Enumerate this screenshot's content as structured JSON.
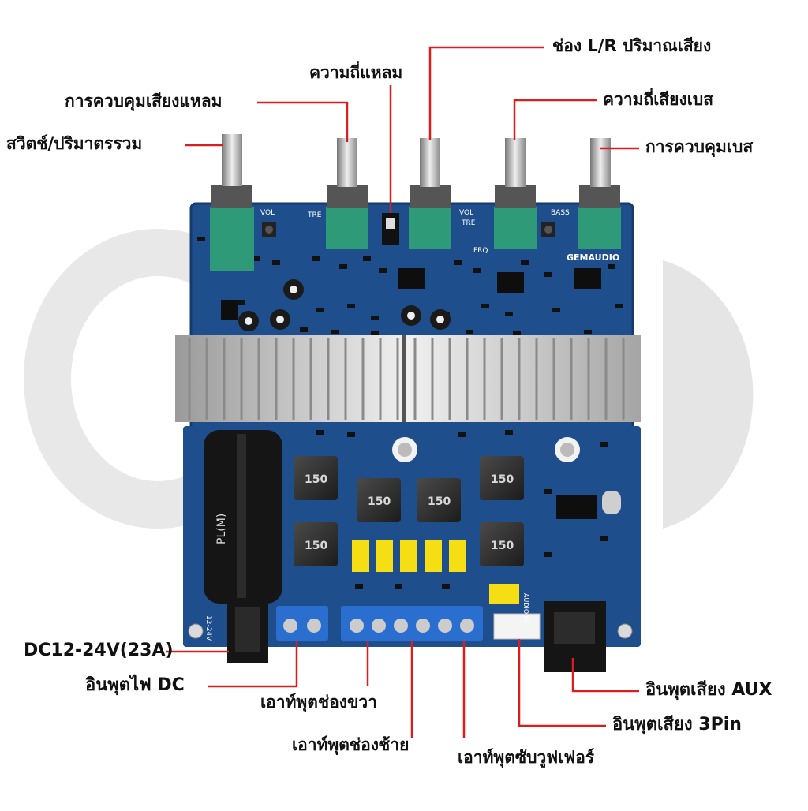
{
  "labels": {
    "switch_volume": "สวิตช์/ปริมาตรรวม",
    "treble_control": "การควบคุมเสียงแหลม",
    "treble_freq": "ความถี่แหลม",
    "lr_volume": "ช่อง L/R ปริมาณเสียง",
    "bass_freq": "ความถี่เสียงเบส",
    "bass_control": "การควบคุมเบส",
    "dc_rating": "DC12-24V(23A)",
    "dc_input": "อินพุตไฟ DC",
    "right_output": "เอาท์พุตช่องขวา",
    "left_output": "เอาท์พุตช่องซ้าย",
    "sub_output": "เอาท์พุตซับวูฟเฟอร์",
    "aux_input": "อินพุตเสียง AUX",
    "pin_input": "อินพุตเสียง 3Pin"
  },
  "board": {
    "brand": "GEMAUDIO",
    "pot_labels": [
      "VOL",
      "TRE",
      "VOL",
      "TRE",
      "BASS"
    ],
    "freq_mark": "FRQ",
    "inductor_value": "150",
    "capacitor_mark": "PL(M)",
    "dc_mark": "12-24V",
    "audio_in_mark": "AUDIO IN"
  },
  "colors": {
    "pcb": "#1f4e8c",
    "pot_body": "#2e9a78",
    "terminal": "#2a6fd0",
    "callout_line": "#d81e1e",
    "cap_yellow": "#f5de14"
  }
}
